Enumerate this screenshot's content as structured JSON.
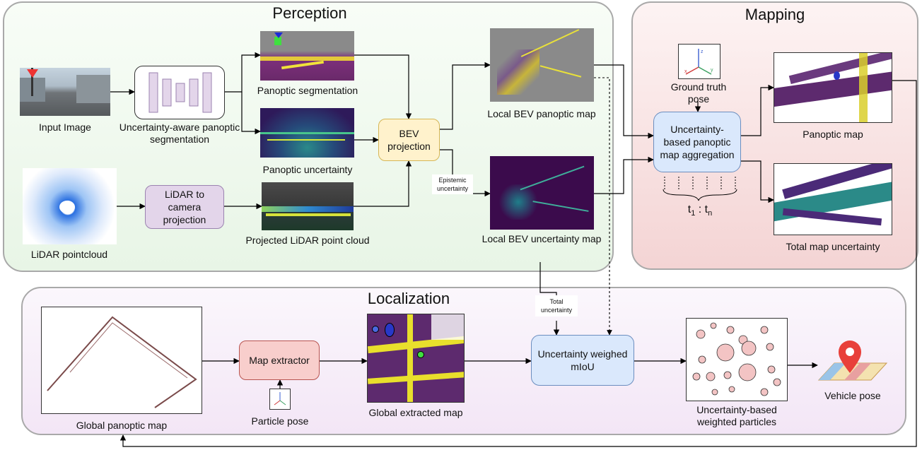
{
  "sections": {
    "perception": "Perception",
    "mapping": "Mapping",
    "localization": "Localization"
  },
  "perception": {
    "input_image": "Input Image",
    "network_label": "Uncertainty-aware panoptic segmentation",
    "lidar_pointcloud": "LiDAR pointcloud",
    "lidar_to_camera": "LiDAR to camera projection",
    "panoptic_segmentation": "Panoptic segmentation",
    "panoptic_uncertainty": "Panoptic uncertainty",
    "projected_lidar": "Projected LiDAR point cloud",
    "bev_projection": "BEV projection",
    "epistemic_uncertainty": "Epistemic uncertainty",
    "local_bev_panoptic": "Local BEV panoptic map",
    "local_bev_uncertainty": "Local BEV uncertainty map"
  },
  "mapping": {
    "ground_truth_pose": "Ground truth pose",
    "aggregation": "Uncertainty-based panoptic map aggregation",
    "t1": "t",
    "t1_sub": "1",
    "colon": ":",
    "tn": "t",
    "tn_sub": "n",
    "panoptic_map": "Panoptic map",
    "total_map_uncertainty": "Total map uncertainty",
    "axis_z": "z",
    "axis_x": "x",
    "axis_y": "y"
  },
  "localization": {
    "global_panoptic_map": "Global panoptic map",
    "map_extractor": "Map extractor",
    "particle_pose": "Particle pose",
    "global_extracted_map": "Global extracted map",
    "total_uncertainty": "Total uncertainty",
    "weighed_miou": "Uncertainty weighed mIoU",
    "weighted_particles": "Uncertainty-based weighted particles",
    "vehicle_pose": "Vehicle pose"
  },
  "colors": {
    "perception_bg": "#eef8ec",
    "mapping_bg": "#f6dcdc",
    "localization_bg": "#f6eef8",
    "purple_box": "#e3d5ea",
    "bev_box": "#fff2cc",
    "aggregation_box": "#dae8fc",
    "extractor_box": "#f8cecc",
    "particle": "#f3c4c4"
  }
}
